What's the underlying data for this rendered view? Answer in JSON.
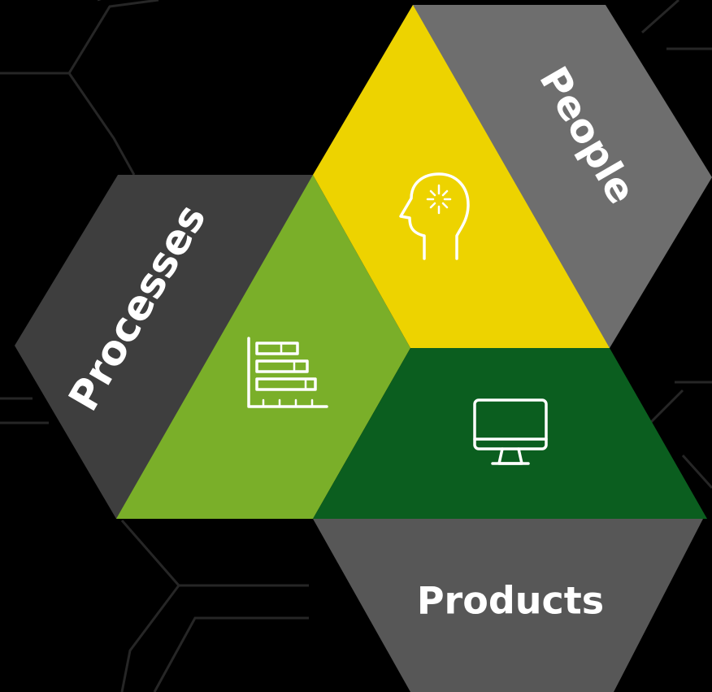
{
  "diagram": {
    "labels": {
      "processes": "Processes",
      "people": "People",
      "products": "Products"
    },
    "icons": {
      "processes": "bar-chart-icon",
      "people": "head-idea-icon",
      "products": "monitor-icon"
    },
    "colors": {
      "background": "#000000",
      "background_hex_lines": "#2a2a2a",
      "processes_hex": "#3e3e3e",
      "people_hex": "#6e6e6e",
      "products_hex": "#575757",
      "triangle_processes": "#7aaf29",
      "triangle_people": "#edd300",
      "triangle_products": "#0b5e1f",
      "text": "#ffffff"
    }
  }
}
